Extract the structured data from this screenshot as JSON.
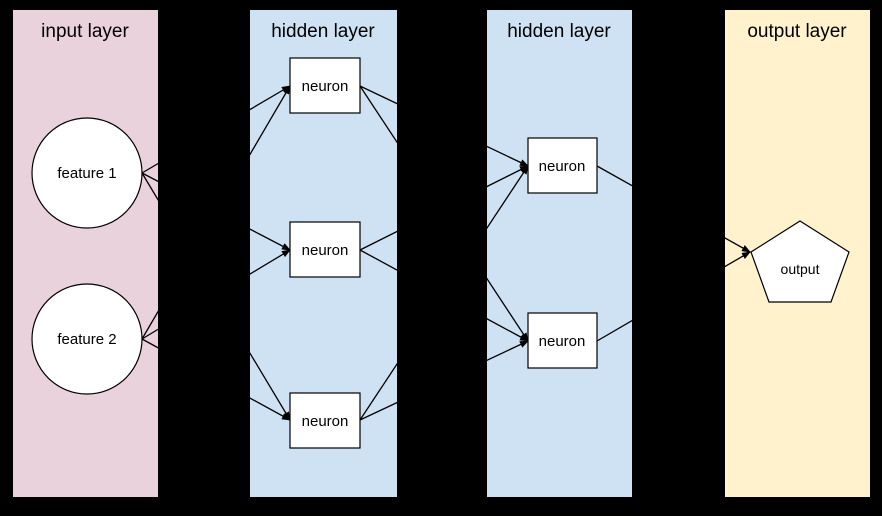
{
  "colors": {
    "background": "#000000",
    "input_panel": "#ead2dd",
    "hidden_panel": "#cfe2f3",
    "output_panel": "#fff2cc",
    "node_fill": "#ffffff",
    "line": "#000000"
  },
  "layers": [
    {
      "id": "input",
      "title": "input layer",
      "nodes": [
        {
          "id": "f1",
          "label": "feature 1",
          "shape": "circle"
        },
        {
          "id": "f2",
          "label": "feature 2",
          "shape": "circle"
        }
      ]
    },
    {
      "id": "hidden1",
      "title": "hidden layer",
      "nodes": [
        {
          "id": "h1n1",
          "label": "neuron",
          "shape": "rect"
        },
        {
          "id": "h1n2",
          "label": "neuron",
          "shape": "rect"
        },
        {
          "id": "h1n3",
          "label": "neuron",
          "shape": "rect"
        }
      ]
    },
    {
      "id": "hidden2",
      "title": "hidden layer",
      "nodes": [
        {
          "id": "h2n1",
          "label": "neuron",
          "shape": "rect"
        },
        {
          "id": "h2n2",
          "label": "neuron",
          "shape": "rect"
        }
      ]
    },
    {
      "id": "output",
      "title": "output layer",
      "nodes": [
        {
          "id": "out",
          "label": "output",
          "shape": "pentagon"
        }
      ]
    }
  ],
  "connections": [
    [
      "f1",
      "h1n1"
    ],
    [
      "f1",
      "h1n2"
    ],
    [
      "f1",
      "h1n3"
    ],
    [
      "f2",
      "h1n1"
    ],
    [
      "f2",
      "h1n2"
    ],
    [
      "f2",
      "h1n3"
    ],
    [
      "h1n1",
      "h2n1"
    ],
    [
      "h1n1",
      "h2n2"
    ],
    [
      "h1n2",
      "h2n1"
    ],
    [
      "h1n2",
      "h2n2"
    ],
    [
      "h1n3",
      "h2n1"
    ],
    [
      "h1n3",
      "h2n2"
    ],
    [
      "h2n1",
      "out"
    ],
    [
      "h2n2",
      "out"
    ]
  ]
}
